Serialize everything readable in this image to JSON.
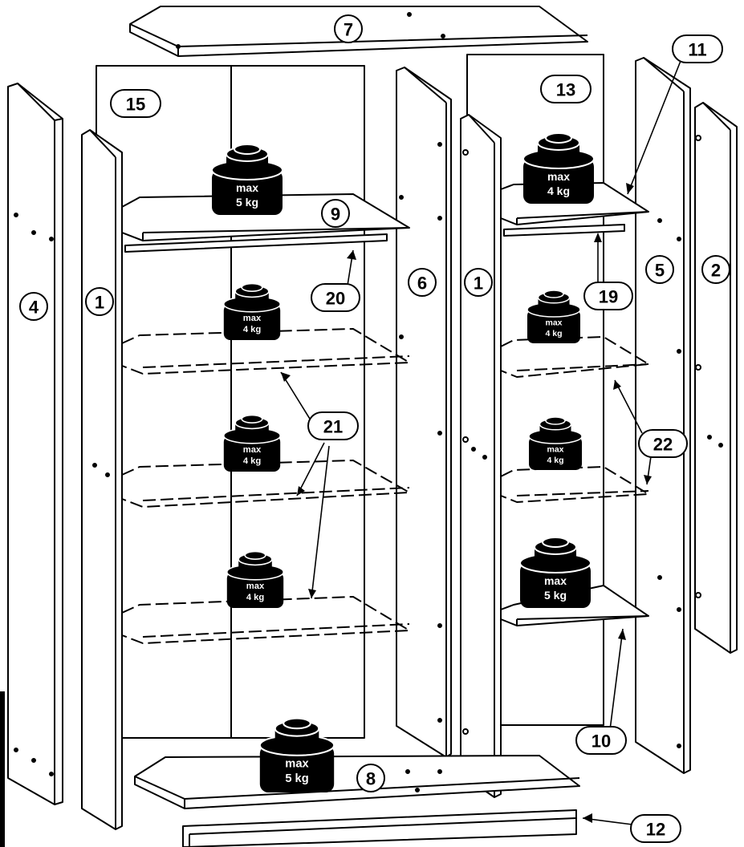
{
  "parts": {
    "p1_left": "1",
    "p1_right": "1",
    "p2": "2",
    "p4": "4",
    "p5": "5",
    "p6": "6",
    "p7": "7",
    "p8": "8",
    "p9": "9",
    "p10": "10",
    "p11": "11",
    "p12": "12",
    "p13": "13",
    "p15": "15",
    "p19": "19",
    "p20": "20",
    "p21": "21",
    "p22": "22"
  },
  "weights": {
    "w_left_top": {
      "line1": "max",
      "line2": "5 kg"
    },
    "w_left_2": {
      "line1": "max",
      "line2": "4 kg"
    },
    "w_left_3": {
      "line1": "max",
      "line2": "4 kg"
    },
    "w_left_4": {
      "line1": "max",
      "line2": "4 kg"
    },
    "w_bottom": {
      "line1": "max",
      "line2": "5 kg"
    },
    "w_right_top": {
      "line1": "max",
      "line2": "4 kg"
    },
    "w_right_2": {
      "line1": "max",
      "line2": "4 kg"
    },
    "w_right_3": {
      "line1": "max",
      "line2": "4 kg"
    },
    "w_right_4": {
      "line1": "max",
      "line2": "5 kg"
    }
  },
  "colors": {
    "line": "#000000",
    "weight_fill": "#000000",
    "panel_fill": "#ffffff"
  }
}
